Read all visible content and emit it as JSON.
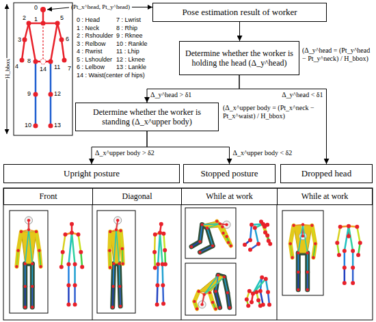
{
  "diagram": {
    "nodes": [
      {
        "text": [
          "Pose estimation result of worker"
        ]
      },
      {
        "text": [
          "Determine whether the worker is holding the head (Δ_y^head)"
        ]
      },
      {
        "text": [
          "Determine whether the worker is standing (Δ_x^upper body)"
        ]
      },
      {
        "text": [
          "Upright posture"
        ]
      },
      {
        "text": [
          "Stopped posture"
        ]
      },
      {
        "text": [
          "Dropped head"
        ]
      },
      {
        "text": [
          "Front"
        ]
      },
      {
        "text": [
          "Diagonal"
        ]
      },
      {
        "text": [
          "While at work"
        ]
      },
      {
        "text": [
          "While at work"
        ]
      }
    ],
    "edges": [
      {
        "from": 0,
        "to": 1,
        "arrow": "to"
      },
      {
        "from": 1,
        "to": 2,
        "label": "Δ_y^head > δ1",
        "arrow": "to"
      },
      {
        "from": 1,
        "to": 5,
        "label": "Δ_y^head < δ1",
        "arrow": "to"
      },
      {
        "from": 2,
        "to": 3,
        "label": "Δ_x^upper body > δ2",
        "arrow": "to"
      },
      {
        "from": 2,
        "to": 4,
        "label": "Δ_x^upper body < δ2",
        "arrow": "to"
      }
    ],
    "labels": [
      "(Pt_x^head, Pt_y^head)",
      "H_bbox",
      "0",
      "1",
      "2",
      "3",
      "4",
      "5",
      "6",
      "7",
      "8",
      "9",
      "10",
      "11",
      "12",
      "13",
      "14",
      "0 : Head",
      "1 : Neck",
      "2 : Rshoulder",
      "3 : Relbow",
      "4 : Rwrist",
      "5 : Lshoulder",
      "6 : Lelbow",
      "7 : Lwrist",
      "8 : Rhip",
      "9 : Rknee",
      "10 : Rankle",
      "11 : Lhip",
      "12 : Lknee",
      "13 : Lankle",
      "14 : Waist(center of hips)",
      "(Δ_y^head = (Pt_y^head − Pt_y^neck) / H_bbox)",
      "(Δ_x^upper body = (Pt_x^neck − Pt_x^waist) / H_bbox)"
    ]
  }
}
